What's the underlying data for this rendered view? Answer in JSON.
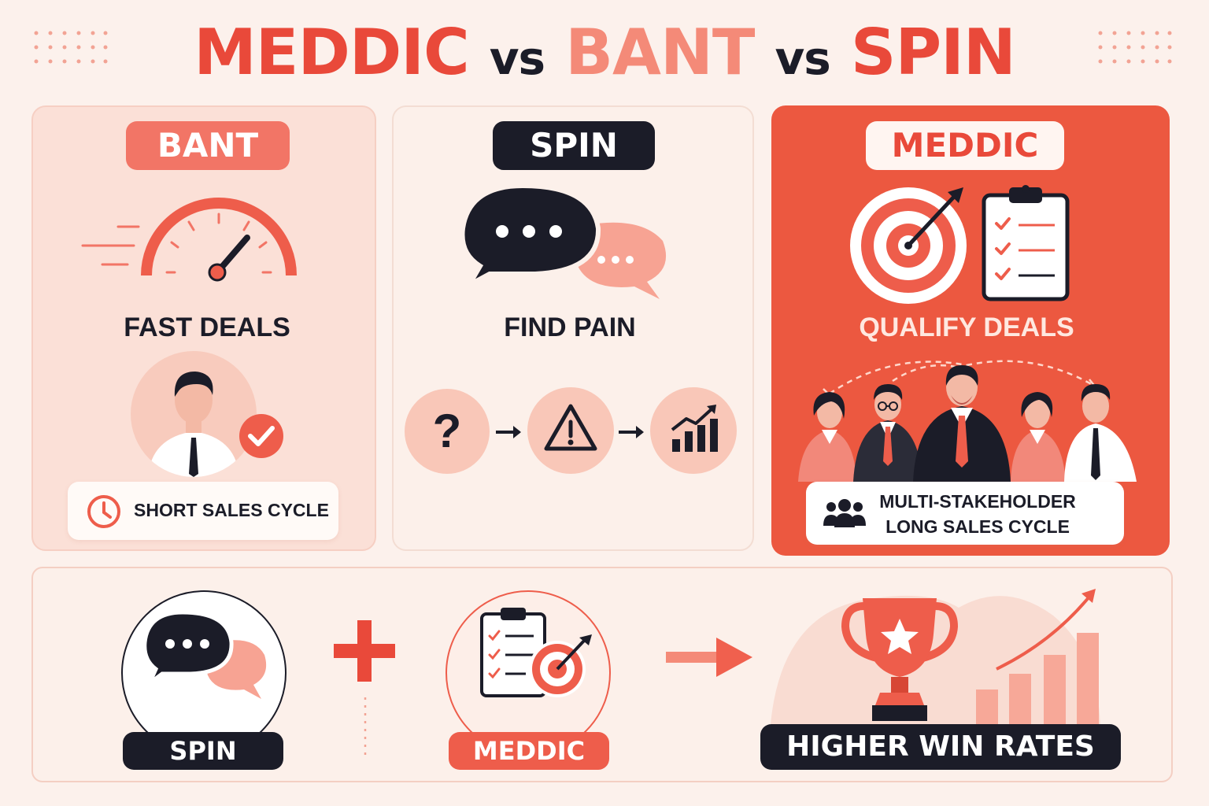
{
  "title": {
    "part1": "MEDDIC",
    "vs1": "vs",
    "part2": "BANT",
    "vs2": "vs",
    "part3": "SPIN"
  },
  "colors": {
    "primary_red": "#e9493a",
    "light_coral": "#f48a78",
    "pale_pink": "#fbe0d7",
    "dark_navy": "#1b1c28",
    "background": "#fcf1ec"
  },
  "bant": {
    "badge": "BANT",
    "icon": "speedometer-icon",
    "headline": "FAST DEALS",
    "person_icon": "person-check-icon",
    "chip_icon": "clock-icon",
    "chip_label": "SHORT SALES CYCLE"
  },
  "spin": {
    "badge": "SPIN",
    "icon": "speech-bubbles-icon",
    "headline": "FIND PAIN",
    "steps": [
      {
        "icon": "question-mark-icon",
        "glyph": "?"
      },
      {
        "icon": "warning-icon"
      },
      {
        "icon": "growth-chart-icon"
      }
    ]
  },
  "meddic": {
    "badge": "MEDDIC",
    "icons": [
      "target-icon",
      "clipboard-checklist-icon"
    ],
    "headline": "QUALIFY DEALS",
    "people_icon": "stakeholders-group-icon",
    "chip_icon": "group-icon",
    "chip_line1": "MULTI-STAKEHOLDER",
    "chip_line2": "LONG SALES CYCLE"
  },
  "bottom": {
    "left_label": "SPIN",
    "plus_icon": "plus-icon",
    "middle_label": "MEDDIC",
    "arrow_icon": "arrow-right-icon",
    "result_icon": "trophy-icon",
    "result_label": "HIGHER WIN RATES"
  }
}
